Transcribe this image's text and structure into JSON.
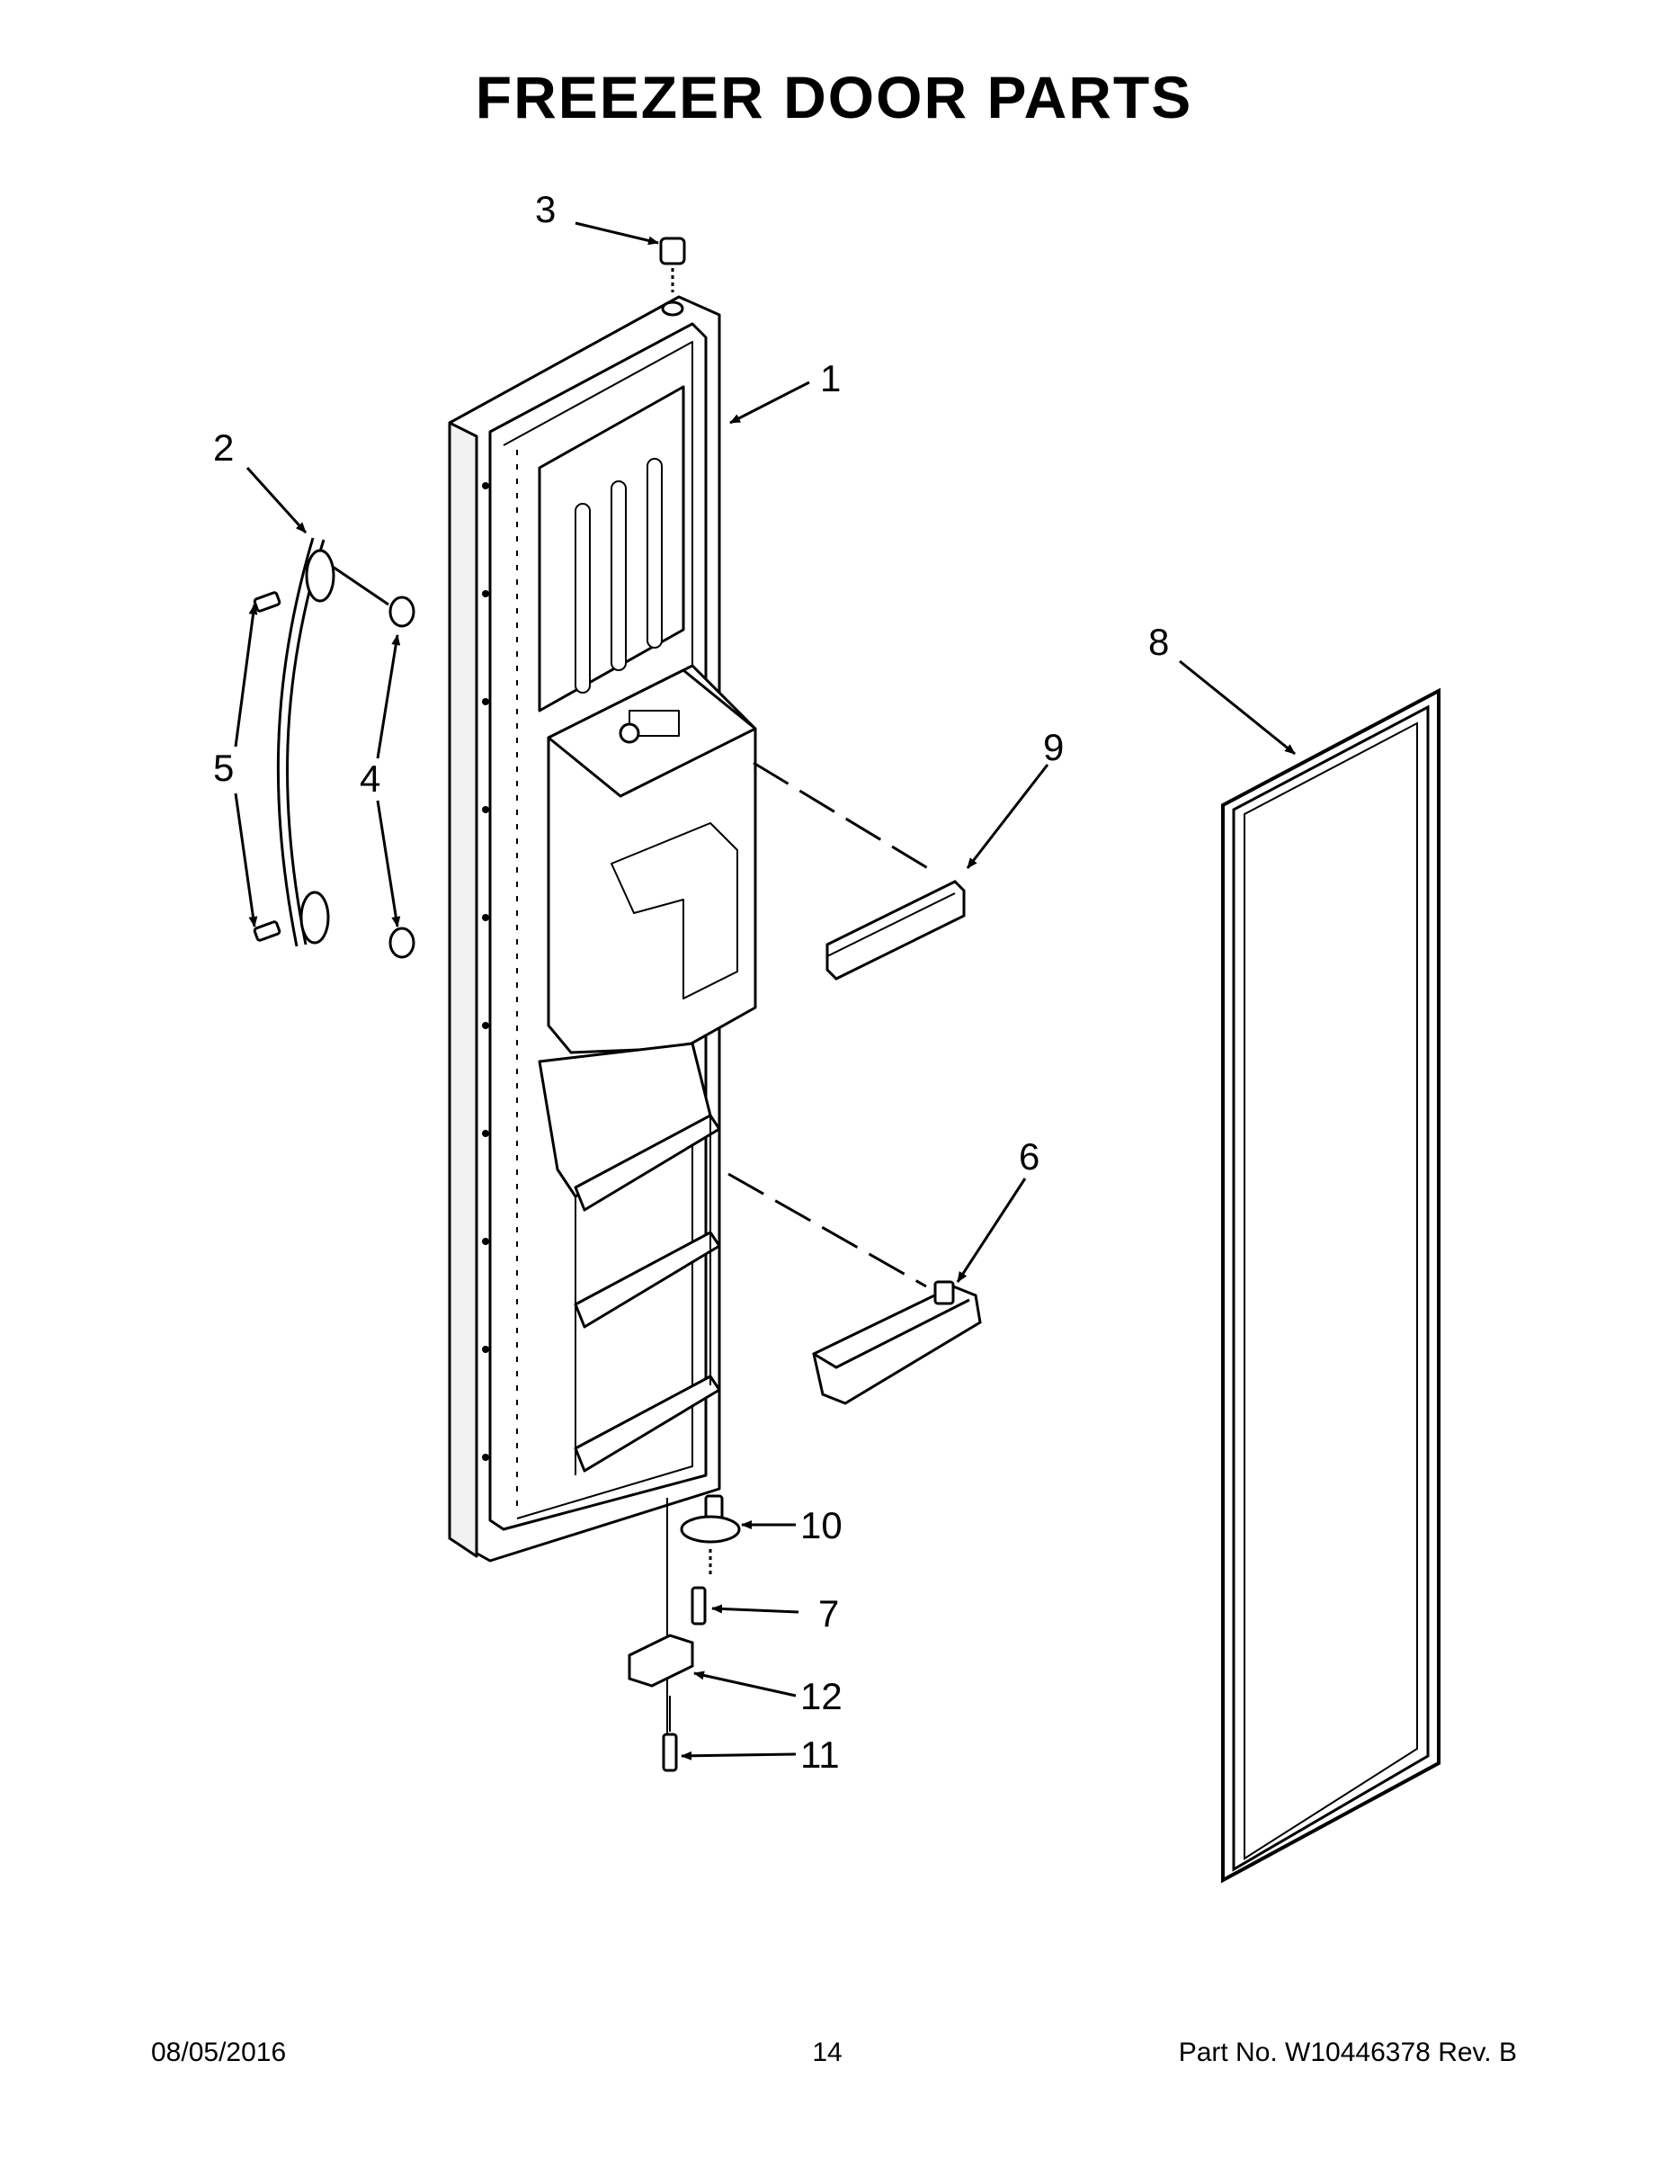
{
  "title": "FREEZER DOOR PARTS",
  "callouts": [
    {
      "id": "c1",
      "label": "1"
    },
    {
      "id": "c2",
      "label": "2"
    },
    {
      "id": "c3",
      "label": "3"
    },
    {
      "id": "c4",
      "label": "4"
    },
    {
      "id": "c5",
      "label": "5"
    },
    {
      "id": "c6",
      "label": "6"
    },
    {
      "id": "c7",
      "label": "7"
    },
    {
      "id": "c8",
      "label": "8"
    },
    {
      "id": "c9",
      "label": "9"
    },
    {
      "id": "c10",
      "label": "10"
    },
    {
      "id": "c11",
      "label": "11"
    },
    {
      "id": "c12",
      "label": "12"
    }
  ],
  "footer": {
    "date": "08/05/2016",
    "page": "14",
    "part": "Part No.  W10446378  Rev.  B"
  }
}
